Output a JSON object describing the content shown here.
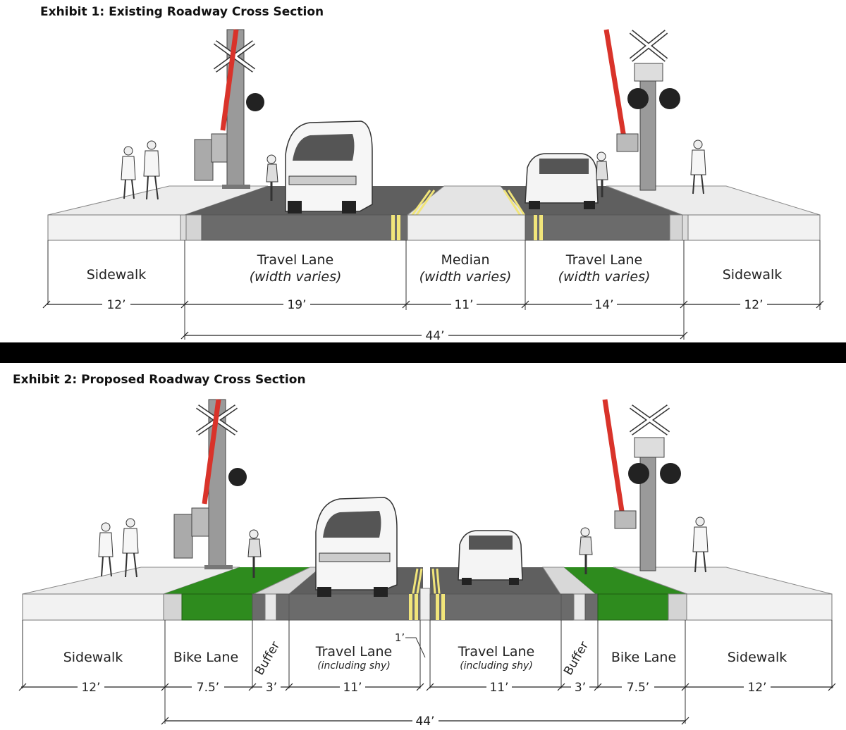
{
  "exhibit1": {
    "title": "Exhibit 1: Existing Roadway Cross Section",
    "segments": [
      {
        "label": "Sidewalk",
        "sub": "",
        "width": "12’"
      },
      {
        "label": "Travel Lane",
        "sub": "(width varies)",
        "width": "19’"
      },
      {
        "label": "Median",
        "sub": "(width varies)",
        "width": "11’"
      },
      {
        "label": "Travel Lane",
        "sub": "(width varies)",
        "width": "14’"
      },
      {
        "label": "Sidewalk",
        "sub": "",
        "width": "12’"
      }
    ],
    "total_width": "44’"
  },
  "exhibit2": {
    "title": "Exhibit 2: Proposed Roadway Cross Section",
    "segments": [
      {
        "label": "Sidewalk",
        "sub": "",
        "width": "12’"
      },
      {
        "label": "Bike Lane",
        "sub": "",
        "width": "7.5’"
      },
      {
        "label": "Buffer",
        "sub": "",
        "width": "3’"
      },
      {
        "label": "Travel Lane",
        "sub": "(including shy)",
        "width": "11’"
      },
      {
        "label": "Travel Lane",
        "sub": "(including shy)",
        "width": "11’"
      },
      {
        "label": "Buffer",
        "sub": "",
        "width": "3’"
      },
      {
        "label": "Bike Lane",
        "sub": "",
        "width": "7.5’"
      },
      {
        "label": "Sidewalk",
        "sub": "",
        "width": "12’"
      }
    ],
    "shy_callout": "1’",
    "total_width": "44’"
  },
  "colors": {
    "asphalt": "#6b6b6b",
    "bike_lane": "#2e8b1e",
    "curb": "#d9d9d9",
    "sidewalk": "#f2f2f2",
    "yellow_line": "#f1e57a",
    "rr_red": "#d9332a"
  },
  "icons": [
    "railroad-crossing-signal-icon",
    "van-icon",
    "car-icon",
    "cyclist-icon",
    "pedestrian-icon"
  ]
}
